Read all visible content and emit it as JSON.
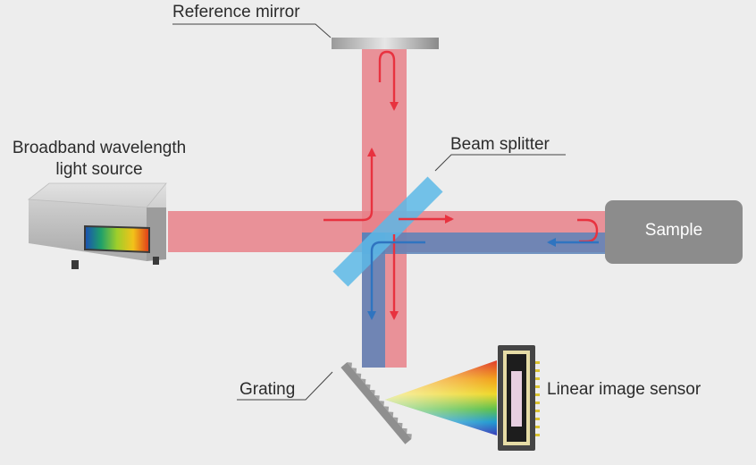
{
  "labels": {
    "reference_mirror": "Reference mirror",
    "source_line1": "Broadband wavelength",
    "source_line2": "light source",
    "beam_splitter": "Beam splitter",
    "sample": "Sample",
    "grating": "Grating",
    "sensor": "Linear image sensor"
  },
  "colors": {
    "background": "#ededed",
    "reference_beam": "#e88088",
    "sample_beam": "#5a82b8",
    "red_arrow": "#e8323f",
    "blue_arrow": "#2f74c0",
    "beam_splitter": "#5cb8e6",
    "sample_box": "#8c8c8c"
  }
}
